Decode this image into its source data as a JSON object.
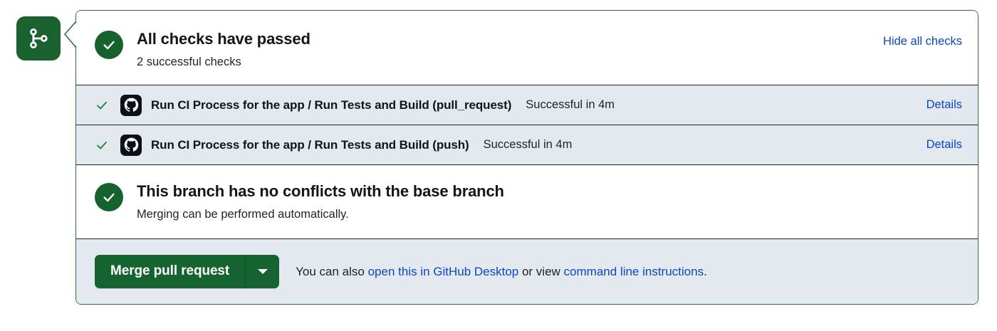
{
  "branch_badge": {
    "icon": "git-merge-icon"
  },
  "checks_header": {
    "status_icon": "check-circle-icon",
    "title": "All checks have passed",
    "subtitle": "2 successful checks",
    "hide_all_label": "Hide all checks"
  },
  "checks": [
    {
      "tick_icon": "check-icon",
      "avatar_icon": "github-actions-icon",
      "name": "Run CI Process for the app / Run Tests and Build (pull_request)",
      "status": "Successful in 4m",
      "details_label": "Details"
    },
    {
      "tick_icon": "check-icon",
      "avatar_icon": "github-actions-icon",
      "name": "Run CI Process for the app / Run Tests and Build (push)",
      "status": "Successful in 4m",
      "details_label": "Details"
    }
  ],
  "conflicts": {
    "status_icon": "check-circle-icon",
    "title": "This branch has no conflicts with the base branch",
    "subtitle": "Merging can be performed automatically."
  },
  "footer": {
    "merge_label": "Merge pull request",
    "caret_icon": "chevron-down-icon",
    "note_prefix": "You can also ",
    "link_desktop": "open this in GitHub Desktop",
    "note_middle": " or view ",
    "link_cli": "command line instructions",
    "note_suffix": "."
  },
  "colors": {
    "green_badge": "#1a6130",
    "green_status": "#16622c",
    "green_button": "#15632e",
    "card_border": "#2f6f43",
    "link_blue": "#0b46c6",
    "row_bg": "#e4e9ef",
    "text": "#1f2328"
  }
}
